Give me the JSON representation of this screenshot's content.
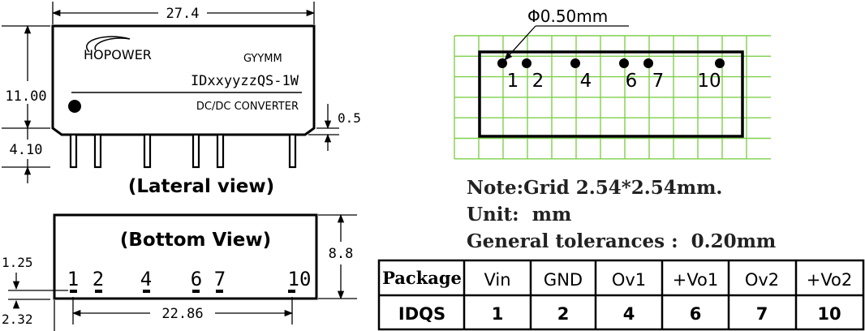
{
  "lateral": {
    "width_label": "27.4",
    "height_label": "11.00",
    "pin_length_label": "4.10",
    "standoff_label": "0.5",
    "logo_text": "HOPOWER",
    "date_code": "GYYMM",
    "model": "IDxxyyzzQS-1W",
    "product": "DC/DC CONVERTER",
    "caption": "(Lateral view)"
  },
  "bottom": {
    "caption": "(Bottom View)",
    "height_label": "8.8",
    "pin_offset_label": "1.25",
    "edge_offset_label": "2.32",
    "span_label": "22.86",
    "pin_labels": [
      "1",
      "2",
      "4",
      "6",
      "7",
      "10"
    ]
  },
  "grid": {
    "diameter_label": "Φ0.50mm",
    "pin_labels": [
      "1",
      "2",
      "4",
      "6",
      "7",
      "10"
    ],
    "line_color": "#7fd04b"
  },
  "notes": {
    "line1": "Note:Grid 2.54*2.54mm.",
    "line2": "Unit:  mm",
    "line3": "General tolerances :  0.20mm"
  },
  "table": {
    "headers": [
      "Package",
      "Vin",
      "GND",
      "Ov1",
      "+Vo1",
      "Ov2",
      "+Vo2"
    ],
    "rows": [
      [
        "IDQS",
        "1",
        "2",
        "4",
        "6",
        "7",
        "10"
      ]
    ]
  }
}
